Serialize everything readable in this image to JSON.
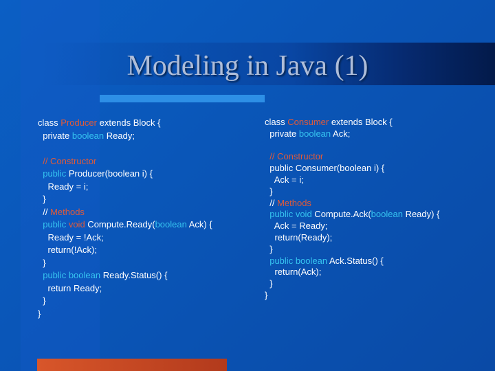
{
  "slide": {
    "title": "Modeling in Java (1)"
  },
  "colors": {
    "background": "#0a56b8",
    "title_text": "#aebdd9",
    "keyword_red": "#e05a3a",
    "keyword_blue": "#36c4f0",
    "accent_line": "#2d8fe6",
    "bottom_bar": "#d8562a"
  },
  "left_code": [
    [
      {
        "t": "class "
      },
      {
        "t": "Producer",
        "c": "red"
      },
      {
        "t": " extends Block {"
      }
    ],
    [
      {
        "t": "  private "
      },
      {
        "t": "boolean",
        "c": "blue"
      },
      {
        "t": " Ready;"
      }
    ],
    [],
    [
      {
        "t": "  // Constructor",
        "c": "red"
      }
    ],
    [
      {
        "t": "  public",
        "c": "blue"
      },
      {
        "t": " Producer(boolean i) {"
      }
    ],
    [
      {
        "t": "    Ready = i;"
      }
    ],
    [
      {
        "t": "  }"
      }
    ],
    [
      {
        "t": "  // "
      },
      {
        "t": "Methods",
        "c": "red"
      }
    ],
    [
      {
        "t": "  public",
        "c": "blue"
      },
      {
        "t": " "
      },
      {
        "t": "void",
        "c": "red"
      },
      {
        "t": " Compute.Ready("
      },
      {
        "t": "boolean",
        "c": "blue"
      },
      {
        "t": " Ack) {"
      }
    ],
    [
      {
        "t": "    Ready = !Ack;"
      }
    ],
    [
      {
        "t": "    return(!Ack);"
      }
    ],
    [
      {
        "t": "  }"
      }
    ],
    [
      {
        "t": "  public",
        "c": "blue"
      },
      {
        "t": " "
      },
      {
        "t": "boolean",
        "c": "blue"
      },
      {
        "t": " Ready.Status() {"
      }
    ],
    [
      {
        "t": "    return Ready;"
      }
    ],
    [
      {
        "t": "  }"
      }
    ],
    [
      {
        "t": "}"
      }
    ]
  ],
  "right_code": [
    [
      {
        "t": "class "
      },
      {
        "t": "Consumer",
        "c": "red"
      },
      {
        "t": " extends Block {"
      }
    ],
    [
      {
        "t": "  private "
      },
      {
        "t": "boolean",
        "c": "blue"
      },
      {
        "t": " Ack;"
      }
    ],
    [],
    [
      {
        "t": "  // Constructor",
        "c": "red"
      }
    ],
    [
      {
        "t": "  public Consumer(boolean i) {"
      }
    ],
    [
      {
        "t": "    Ack = i;"
      }
    ],
    [
      {
        "t": "  }"
      }
    ],
    [
      {
        "t": "  // "
      },
      {
        "t": "Methods",
        "c": "red"
      }
    ],
    [
      {
        "t": "  public",
        "c": "blue"
      },
      {
        "t": " "
      },
      {
        "t": "void",
        "c": "blue"
      },
      {
        "t": " Compute.Ack("
      },
      {
        "t": "boolean",
        "c": "blue"
      },
      {
        "t": " Ready) {"
      }
    ],
    [
      {
        "t": "    Ack = Ready;"
      }
    ],
    [
      {
        "t": "    return(Ready);"
      }
    ],
    [
      {
        "t": "  }"
      }
    ],
    [
      {
        "t": "  public",
        "c": "blue"
      },
      {
        "t": " "
      },
      {
        "t": "boolean",
        "c": "blue"
      },
      {
        "t": " Ack.Status() {"
      }
    ],
    [
      {
        "t": "    return(Ack);"
      }
    ],
    [
      {
        "t": "  }"
      }
    ],
    [
      {
        "t": "}"
      }
    ]
  ]
}
